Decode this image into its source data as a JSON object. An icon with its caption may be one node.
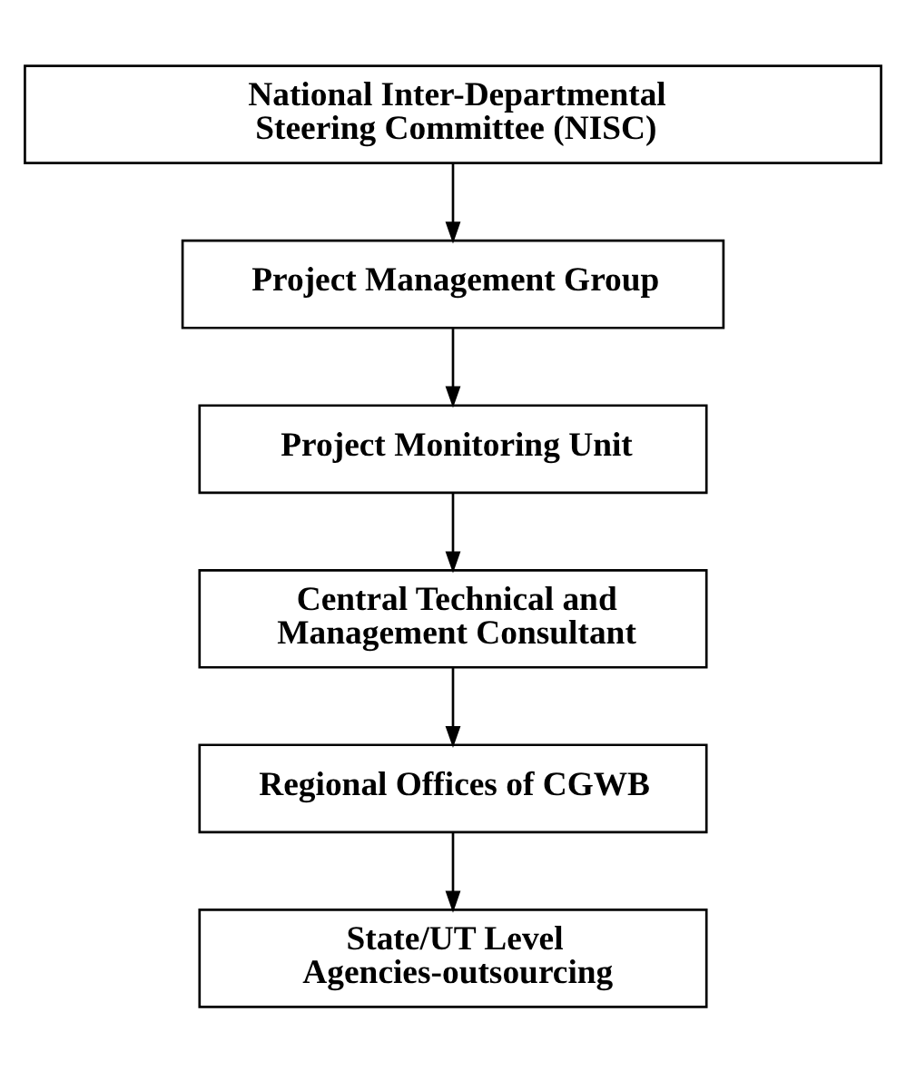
{
  "diagram": {
    "nodes": [
      {
        "text": [
          "National Inter-Departmental Steering Committee (NISC)"
        ]
      },
      {
        "text": [
          "Project Management Group"
        ]
      },
      {
        "text": [
          "Project Monitoring Unit"
        ]
      },
      {
        "text": [
          "Central Technical and Management Consultant"
        ]
      },
      {
        "text": [
          "Regional Offices of CGWB"
        ]
      },
      {
        "text": [
          "State/UT Level Agencies-outsourcing"
        ]
      }
    ],
    "edges": [
      {
        "from": 0,
        "to": 1,
        "arrow": "to"
      },
      {
        "from": 1,
        "to": 2,
        "arrow": "to"
      },
      {
        "from": 2,
        "to": 3,
        "arrow": "to"
      },
      {
        "from": 3,
        "to": 4,
        "arrow": "to"
      },
      {
        "from": 4,
        "to": 5,
        "arrow": "to"
      }
    ]
  }
}
